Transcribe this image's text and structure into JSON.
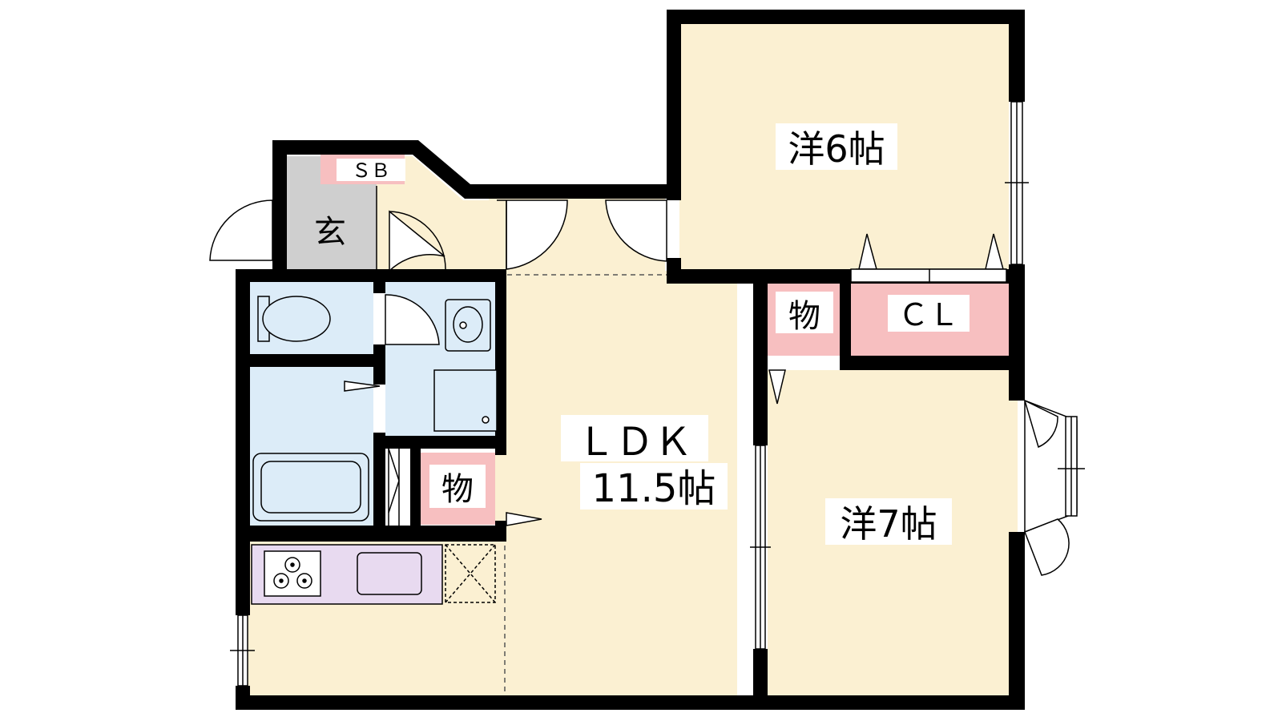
{
  "rooms": {
    "sb": "ＳＢ",
    "genkan": "玄",
    "western_6": "洋6帖",
    "western_7": "洋7帖",
    "storage_upper": "物",
    "storage_lower": "物",
    "closet": "ＣＬ",
    "ldk_name": "ＬＤＫ",
    "ldk_size": "11.5帖"
  },
  "colors": {
    "wall": "#000000",
    "floor": "#fbf0d2",
    "wet_area": "#dcecf8",
    "storage": "#f7bfc0",
    "entrance": "#cfcfcf",
    "kitchen": "#e8daf0"
  }
}
